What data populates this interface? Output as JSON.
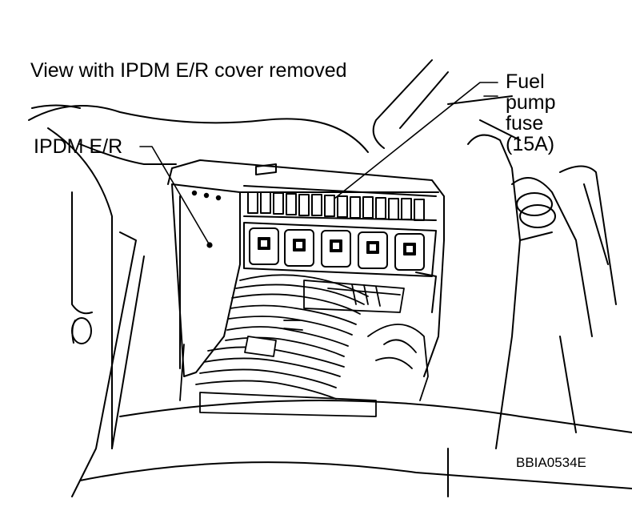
{
  "labels": {
    "title": "View with IPDM E/R cover removed",
    "ipdm": "IPDM E/R",
    "fuse_lines": [
      "Fuel",
      "pump",
      "fuse",
      "(15A)"
    ],
    "figure_code": "BBIA0534E"
  },
  "colors": {
    "ink": "#000000",
    "paper": "#ffffff"
  }
}
